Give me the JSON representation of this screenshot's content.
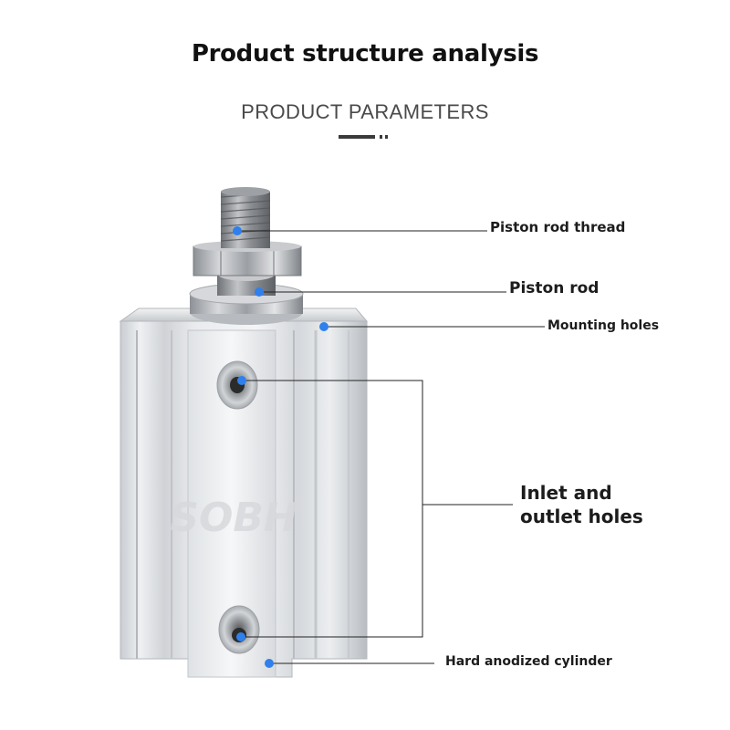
{
  "heading": {
    "title": "Product structure analysis",
    "subtitle": "PRODUCT PARAMETERS"
  },
  "callouts": {
    "piston_rod_thread": "Piston rod thread",
    "piston_rod": "Piston rod",
    "mounting_holes": "Mounting holes",
    "inlet_outlet_line1": "Inlet and",
    "inlet_outlet_line2": "outlet holes",
    "hard_anodized": "Hard anodized cylinder"
  },
  "watermark": "SOBH",
  "colors": {
    "marker": "#2f80ed",
    "leader": "#222222",
    "body": "#d7dade"
  }
}
